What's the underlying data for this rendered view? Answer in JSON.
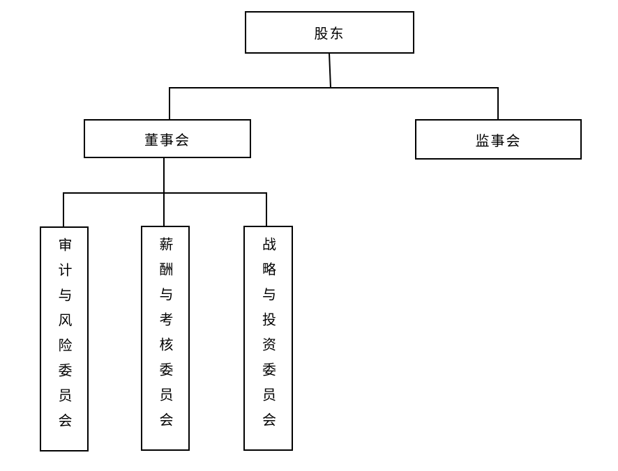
{
  "org_chart": {
    "shareholders": "股东",
    "board": "董事会",
    "supervisory_board": "监事会",
    "committees": {
      "audit_risk": "审计与风险委员会",
      "compensation_evaluation": "薪酬与考核委员会",
      "strategy_investment": "战略与投资委员会"
    }
  }
}
